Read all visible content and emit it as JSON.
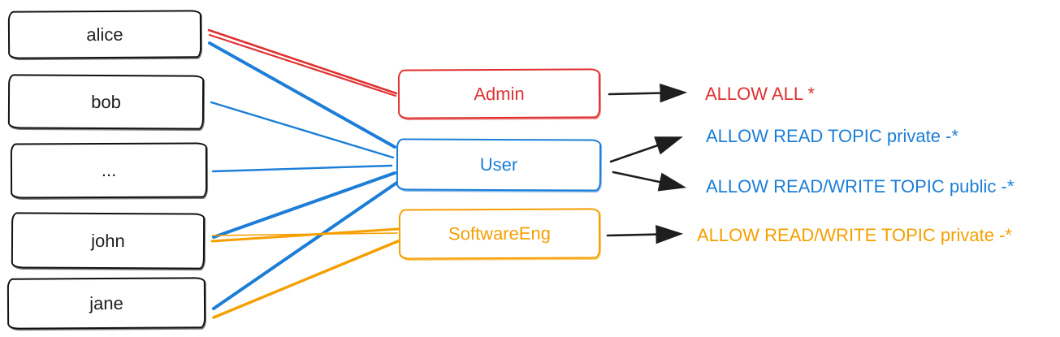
{
  "colors": {
    "red": "#e03131",
    "blue": "#1c7ed6",
    "orange": "#f59f00",
    "black": "#1e1e1e"
  },
  "users": [
    {
      "label": "alice"
    },
    {
      "label": "bob"
    },
    {
      "label": "..."
    },
    {
      "label": "john"
    },
    {
      "label": "jane"
    }
  ],
  "roles": [
    {
      "label": "Admin",
      "color": "#e03131"
    },
    {
      "label": "User",
      "color": "#1c7ed6"
    },
    {
      "label": "SoftwareEng",
      "color": "#f59f00"
    }
  ],
  "permissions": [
    {
      "label": "ALLOW ALL *",
      "color": "#e03131"
    },
    {
      "label": "ALLOW READ TOPIC private -*",
      "color": "#1c7ed6"
    },
    {
      "label": "ALLOW READ/WRITE TOPIC public -*",
      "color": "#1c7ed6"
    },
    {
      "label": "ALLOW READ/WRITE TOPIC private -*",
      "color": "#f59f00"
    }
  ],
  "user_role_assignments": [
    {
      "user": "alice",
      "role": "Admin"
    },
    {
      "user": "alice",
      "role": "User"
    },
    {
      "user": "bob",
      "role": "User"
    },
    {
      "user": "...",
      "role": "User"
    },
    {
      "user": "john",
      "role": "User"
    },
    {
      "user": "john",
      "role": "SoftwareEng"
    },
    {
      "user": "jane",
      "role": "User"
    },
    {
      "user": "jane",
      "role": "SoftwareEng"
    }
  ],
  "role_permission_grants": [
    {
      "role": "Admin",
      "permission": "ALLOW ALL *"
    },
    {
      "role": "User",
      "permission": "ALLOW READ TOPIC private -*"
    },
    {
      "role": "User",
      "permission": "ALLOW READ/WRITE TOPIC public -*"
    },
    {
      "role": "SoftwareEng",
      "permission": "ALLOW READ/WRITE TOPIC private -*"
    }
  ]
}
